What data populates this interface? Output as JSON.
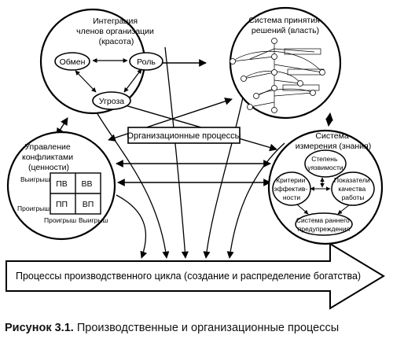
{
  "diagram": {
    "circles": {
      "integration": {
        "title": [
          "Интеграция",
          "членов организации",
          "(красота)"
        ],
        "nodes": {
          "exchange": "Обмен",
          "role": "Роль",
          "threat": "Угроза"
        }
      },
      "decision": {
        "title": [
          "Система принятия",
          "решений (власть)"
        ]
      },
      "conflict": {
        "title": [
          "Управление",
          "конфликтами",
          "(ценности)"
        ],
        "cells": [
          "ПВ",
          "ВВ",
          "ПП",
          "ВП"
        ],
        "row_labels": [
          "Выигрыш",
          "Проигрыш"
        ],
        "col_labels": [
          "Проигрыш",
          "Выигрыш"
        ]
      },
      "measurement": {
        "title": [
          "Система",
          "измерения (знания)"
        ],
        "nodes": {
          "vulnerability": [
            "Степень",
            "уязвимости"
          ],
          "criteria": [
            "Критерии",
            "эффектив-",
            "ности"
          ],
          "indicators": [
            "Показатели",
            "качества",
            "работы"
          ],
          "warning": [
            "Система раннего",
            "предупреждения"
          ]
        }
      }
    },
    "center_box": "Организационные процессы",
    "arrow_label": "Процессы производственного цикла (создание и распределение богатства)"
  },
  "caption": {
    "figure": "Рисунок 3.1.",
    "text": "Производственные и организационные процессы"
  }
}
